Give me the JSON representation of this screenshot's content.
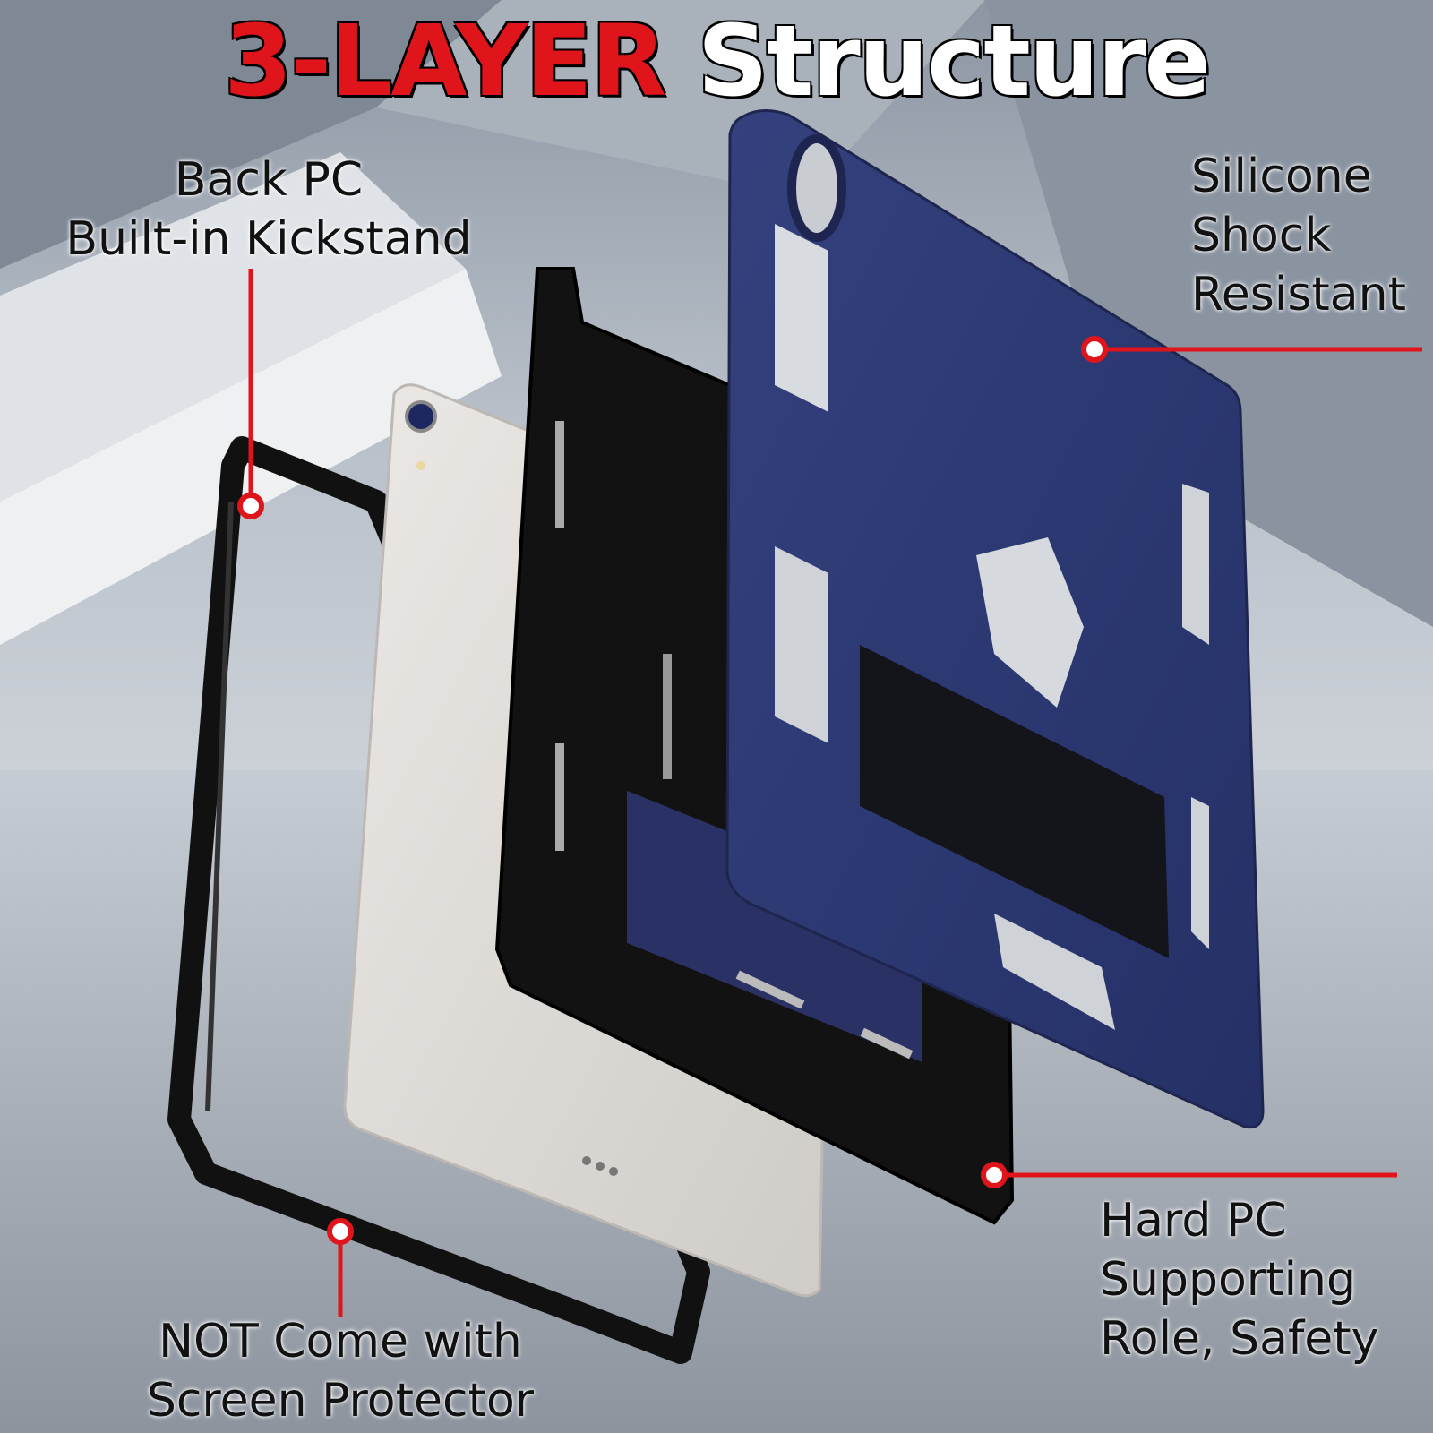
{
  "title": {
    "part1": "3-LAYER",
    "part2": "Structure"
  },
  "labels": {
    "back_pc": [
      "Back PC",
      "Built-in Kickstand"
    ],
    "silicone": [
      "Silicone",
      "Shock",
      "Resistant"
    ],
    "hard_pc": [
      "Hard PC",
      "Supporting",
      "Role, Safety"
    ],
    "not_protector": [
      "NOT Come with",
      "Screen Protector"
    ]
  },
  "colors": {
    "accent_red": "#e0141b",
    "navy_silicone": "#2e3a72",
    "black_pc": "#111111",
    "tablet_silver": "#dedad6"
  }
}
